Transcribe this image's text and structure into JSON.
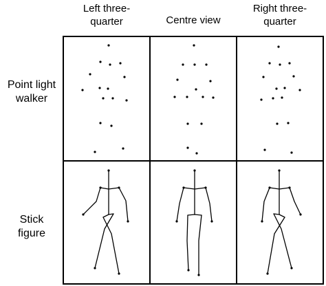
{
  "columns": [
    {
      "label": "Left three-\nquarter"
    },
    {
      "label": "Centre view"
    },
    {
      "label": "Right three-\nquarter"
    }
  ],
  "rows": [
    {
      "label": "Point light\nwalker"
    },
    {
      "label": "Stick\nfigure"
    }
  ],
  "colors": {
    "ink": "#000000",
    "background": "#ffffff"
  }
}
